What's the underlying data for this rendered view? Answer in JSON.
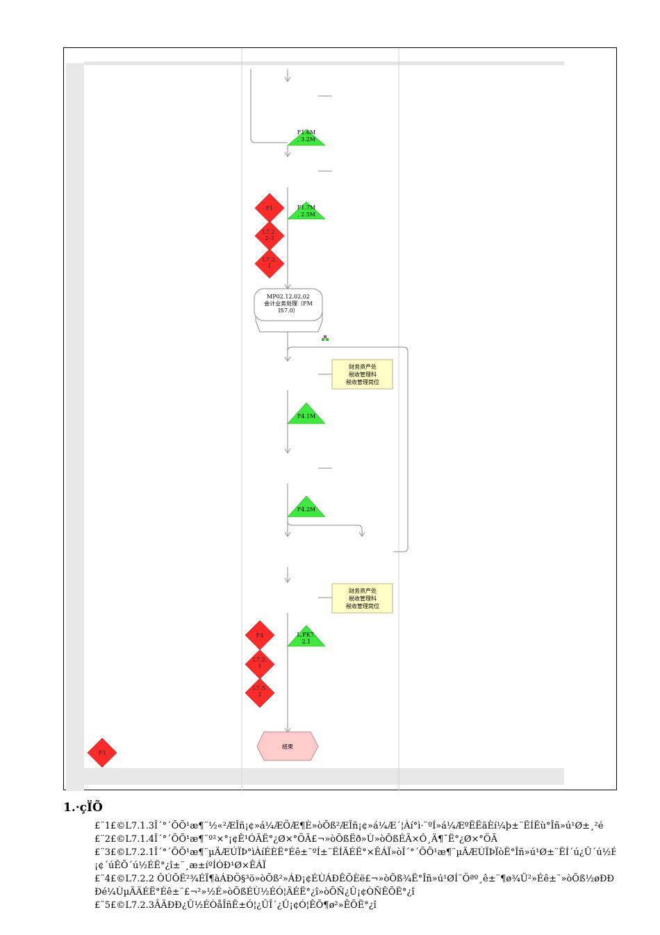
{
  "diagram": {
    "gateways": [
      {
        "id": "gw-f1",
        "label_lines": [
          "F1"
        ]
      },
      {
        "id": "gw-l722-3",
        "label_lines": [
          "L7.2.",
          "2-3"
        ]
      },
      {
        "id": "gw-l731",
        "label_lines": [
          "L7.3.",
          "1"
        ]
      },
      {
        "id": "gw-f4",
        "label_lines": [
          "F4"
        ]
      },
      {
        "id": "gw-l721",
        "label_lines": [
          "L7.2.",
          "1"
        ]
      },
      {
        "id": "gw-l752",
        "label_lines": [
          "L7.5.",
          "2"
        ]
      },
      {
        "id": "gw-f3",
        "label_lines": [
          "F3"
        ]
      }
    ],
    "milestones": [
      {
        "id": "ms-f16m",
        "label_lines": [
          "F1.6M",
          ", 3.2M"
        ]
      },
      {
        "id": "ms-f17m",
        "label_lines": [
          "F1.7M",
          ", 2.5M"
        ]
      },
      {
        "id": "ms-f41m",
        "label_lines": [
          "F4.1M"
        ]
      },
      {
        "id": "ms-f42m",
        "label_lines": [
          "F4.2M"
        ]
      },
      {
        "id": "ms-fk7",
        "label_lines": [
          "L.FK7.",
          "2.1"
        ]
      }
    ],
    "subprocess": {
      "label_lines": [
        "MP02.12.02.02",
        "会计业务处理（FM",
        "IS7.0）"
      ]
    },
    "roles": [
      {
        "id": "role-1",
        "label_lines": [
          "财务资产处",
          "税收管理科",
          "税收管理岗位"
        ]
      },
      {
        "id": "role-2",
        "label_lines": [
          "财务资产处",
          "税收管理科",
          "税收管理岗位"
        ]
      }
    ],
    "end_label": "结束",
    "colors": {
      "gateway": "#ff2b2b",
      "milestone": "#3ee83e",
      "role_fill": "#ffffc6",
      "end_fill": "#ffcccc"
    }
  },
  "notes": {
    "heading": "1.·çÏÕ",
    "lines": [
      "£¨1£©L7.1.3Î´°´ÕÕ¹æ¶¨½«²ÆÎñ¡¢»á¼ÆÖÆ¶È»òÕß²ÆÎñ¡¢»á¼Æ´¦Àí°ì·¨ºÍ»á¼ÆºËËãÈí¼þ±¨ËÍËù°Îñ»ú¹Ø±¸²é",
      "£¨2£©L7.1.4Î´°´ÕÕ¹æ¶¨º²×°¡¢Ê¹ÓÃË°¿Ø×°ÖÃ£¬»òÕßËð»Ù»òÕßÉÃ×Ô¸Ä¶¯Ë°¿Ø×°ÖÃ",
      "£¨3£©L7.2.1Î´°´ÕÕ¹æ¶¨µÄÆÚÏÞ°ìÀíÉÈË°Éê±¨ºÍ±¨ËÍÄÉË°×ÊÁÏ»òÎ´°´ÕÕ¹æ¶¨µÄÆÚÏÞÏòË°Îñ»ú¹Ø±¨ËÍ´ú¿Û´ú½É",
      "¡¢´úÊÕ´ú½ÉË°¿î±¨¸æ±íºÍÓÐ¹Ø×ÊÁÏ",
      "£¨4£©L7.2.2 ÔÚÕË²¾ÉÏ¶àÁÐÖ§³ö»òÕß²»ÁÐ¡¢ÉÙÁÐÊÕÈë£¬»òÕß¾Ë°Îñ»ú¹ØÍ¨Öªº¸ê±¨¶ø¾Ü²»Éê±¨»òÕß½øÐÐ",
      "Ðé¼ÙµÄÄÉË°Éê±¨£¬²»½É»òÕßÉÙ½ÉÓ¦ÄÉË°¿î»òÕÑ¿Û¡¢ÒÑÊÕË°¿î",
      "£¨5£©L7.2.3ÂÄÐÐ¿Û½ÉÒåÎñÊ±Ó¦¿ÛÎ´¿Û¡¢Ó¦ÊÕ¶ø²»ÊÕË°¿î"
    ]
  }
}
